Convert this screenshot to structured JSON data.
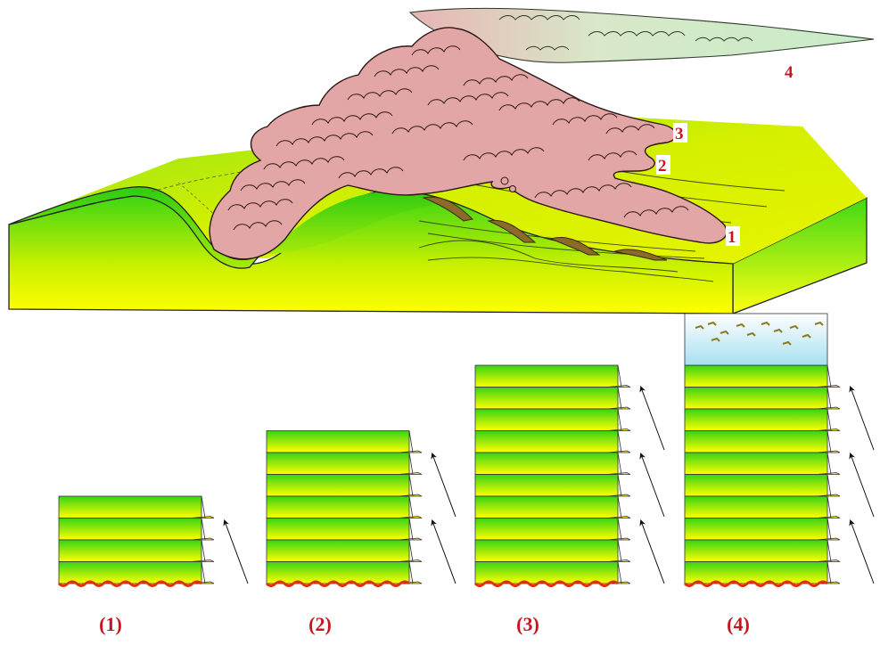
{
  "block_diagram": {
    "callouts": [
      "1",
      "2",
      "3",
      "4"
    ]
  },
  "columns": [
    {
      "caption": "(1)",
      "layers": 4,
      "arrows": 1,
      "has_top": false
    },
    {
      "caption": "(2)",
      "layers": 7,
      "arrows": 2,
      "has_top": false
    },
    {
      "caption": "(3)",
      "layers": 10,
      "arrows": 3,
      "has_top": false
    },
    {
      "caption": "(4)",
      "layers": 10,
      "arrows": 3,
      "has_top": true
    }
  ],
  "colors": {
    "green": "#2ecc16",
    "yellow": "#ffff00",
    "cloud": "#e0a3a3",
    "cloud_line": "#3a1d1d",
    "label": "#c8141e",
    "lava": "#e03010",
    "top_layer": "#bfe6f0"
  }
}
